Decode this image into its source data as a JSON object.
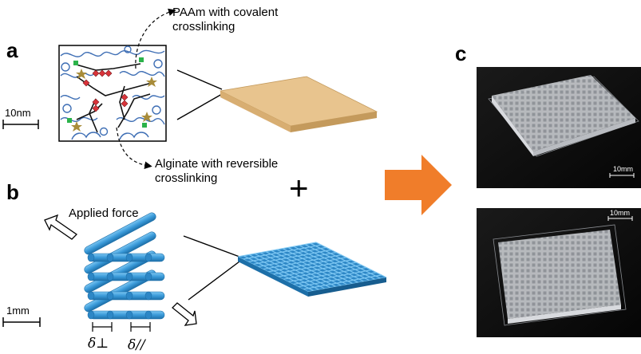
{
  "panels": {
    "a": {
      "letter": "a",
      "scale": "10nm",
      "paam_label_line1": "PAAm with covalent",
      "paam_label_line2": "crosslinking",
      "alginate_label_line1": "Alginate with reversible",
      "alginate_label_line2": "crosslinking"
    },
    "b": {
      "letter": "b",
      "scale": "1mm",
      "force_label": "Applied force",
      "delta_perp": "δ⊥",
      "delta_par": "δ//"
    },
    "c": {
      "letter": "c",
      "photo_top_scale": "10mm",
      "photo_bottom_scale": "10mm"
    }
  },
  "operators": {
    "plus": "+"
  },
  "colors": {
    "gel_slab": "#e8c48e",
    "gel_edge": "#c49a5c",
    "rod_blue": "#3a9ad9",
    "rod_dark": "#1d6fa8",
    "arrow_orange": "#f07d2a",
    "chain_blue": "#3f6fb5",
    "paam_green": "#2bb34a",
    "crosslink_red": "#d9343a",
    "crosslink_gold": "#a88c3a"
  }
}
